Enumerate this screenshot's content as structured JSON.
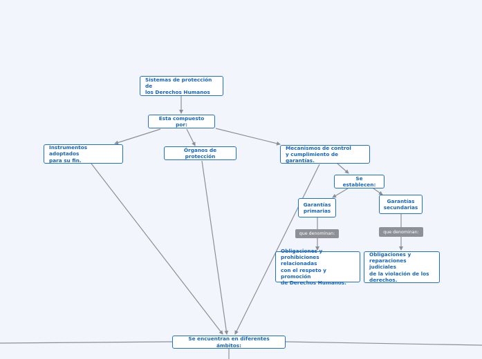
{
  "colors": {
    "background": "#f3f5fd",
    "node_border": "#1c70c8",
    "node_text": "#1565c0",
    "edge": "#8a8f96",
    "label_bg": "#8d9096"
  },
  "nodes": {
    "root": "Sistemas de protección de\nlos Derechos Humanos",
    "composed": "Esta compuesto por:",
    "instruments": "Instrumentos adoptados\npara su fin.",
    "organs": "Órganos de protección",
    "mechanisms": "Mecanismos de control\ny cumplimiento de garantías.",
    "establish": "Se establecen:",
    "primary": "Garantías\nprimarias",
    "secondary": "Garantías\nsecundarias",
    "primary_desc": "Obligaciones y\nprohibiciones relacionadas\ncon el respeto y promoción\nde Derechos Humanos.",
    "secondary_desc": "Obligaciones y\nreparaciones judiciales\nde la violación de los\nderechos.",
    "areas": "Se encuentran en diferentes ámbitos:"
  },
  "edge_labels": {
    "primary": "que denominan:",
    "secondary": "que denominan:"
  }
}
